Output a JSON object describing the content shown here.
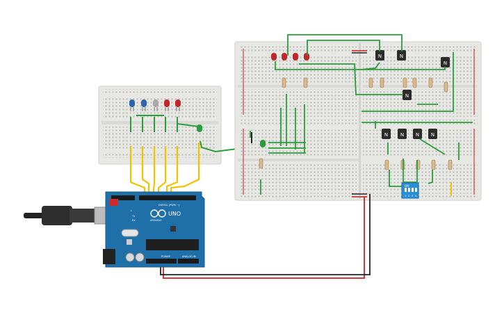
{
  "arduino": {
    "brand": "UNO",
    "logo_text": "ARDUINO",
    "digital_header": "DIGITAL (PWM ~)",
    "power_label": "POWER",
    "analog_label": "ANALOG IN",
    "tx_label": "TX",
    "rx_label": "RX",
    "l_label": "L"
  },
  "dip_switch": {
    "label": "ON",
    "positions": [
      "1",
      "2",
      "3",
      "4"
    ]
  },
  "transistor_label": "N",
  "colors": {
    "wire_green": "#2a9d3a",
    "wire_yellow": "#f2c200",
    "wire_red": "#d42020",
    "wire_black": "#222222",
    "board_blue": "#1f6fa8",
    "breadboard": "#e8e8e6",
    "led_red": "#c0262a",
    "led_blue": "#2a66a8",
    "led_green": "#2a9d3a"
  }
}
